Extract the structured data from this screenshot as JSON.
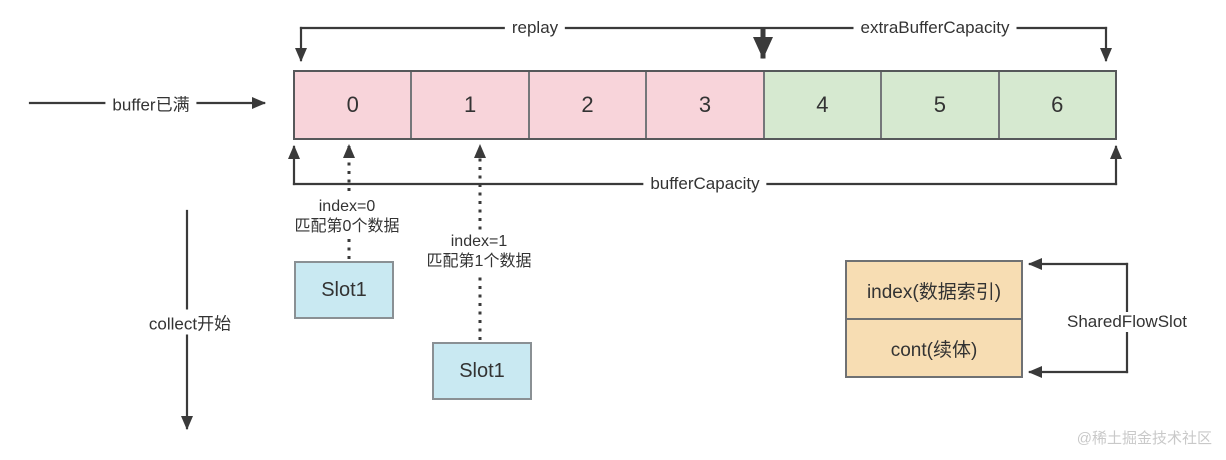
{
  "buffer": {
    "cells": [
      {
        "label": "0",
        "zone": "replay"
      },
      {
        "label": "1",
        "zone": "replay"
      },
      {
        "label": "2",
        "zone": "replay"
      },
      {
        "label": "3",
        "zone": "replay"
      },
      {
        "label": "4",
        "zone": "extra"
      },
      {
        "label": "5",
        "zone": "extra"
      },
      {
        "label": "6",
        "zone": "extra"
      }
    ],
    "replay_label": "replay",
    "extra_buffer_label": "extraBufferCapacity",
    "buffer_capacity_label": "bufferCapacity"
  },
  "annotations": {
    "buffer_full": "buffer已满",
    "collect_start": "collect开始",
    "index0": {
      "line1": "index=0",
      "line2": "匹配第0个数据"
    },
    "index1": {
      "line1": "index=1",
      "line2": "匹配第1个数据"
    }
  },
  "slots": [
    {
      "label": "Slot1"
    },
    {
      "label": "Slot1"
    }
  ],
  "shared_flow_slot": {
    "label": "SharedFlowSlot",
    "fields": [
      {
        "label": "index(数据索引)"
      },
      {
        "label": "cont(续体)"
      }
    ]
  },
  "watermark": "@稀土掘金技术社区",
  "colors": {
    "replay_cell": "#f8d4da",
    "extra_cell": "#d6e9d0",
    "slot_box": "#c9e9f2",
    "shared_flow_box": "#f7ddb3",
    "line": "#3a3a3a"
  }
}
